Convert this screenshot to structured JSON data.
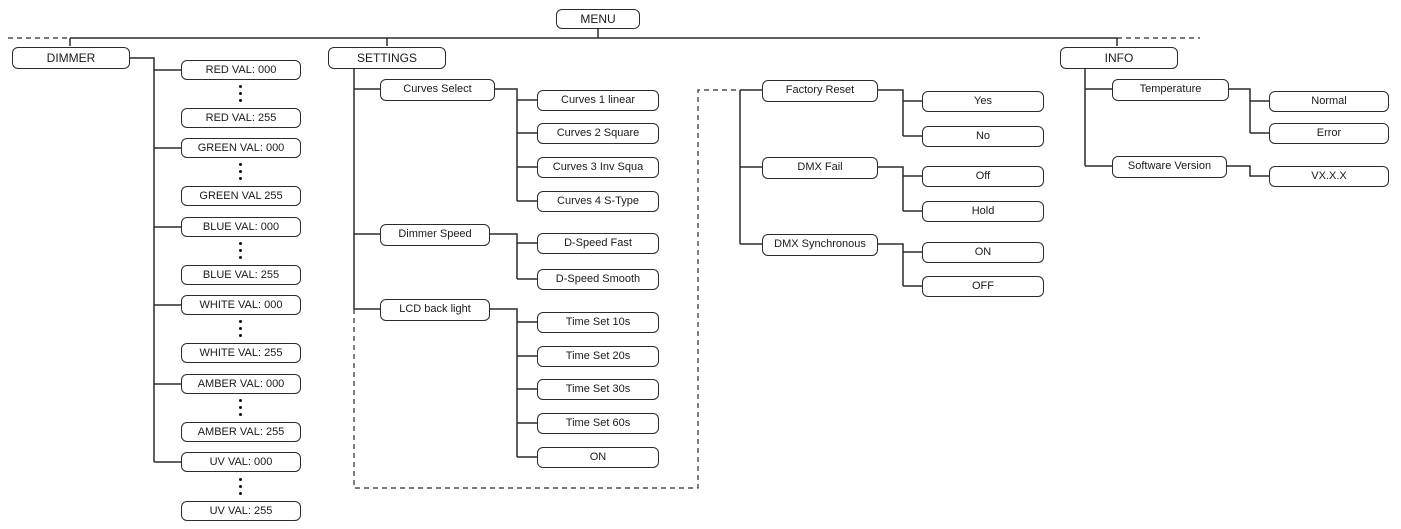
{
  "menu": {
    "label": "MENU"
  },
  "dimmer": {
    "label": "DIMMER",
    "items": [
      "RED VAL: 000",
      "RED VAL: 255",
      "GREEN VAL: 000",
      "GREEN VAL 255",
      "BLUE VAL: 000",
      "BLUE VAL: 255",
      "WHITE VAL: 000",
      "WHITE VAL: 255",
      "AMBER VAL: 000",
      "AMBER VAL: 255",
      "UV VAL: 000",
      "UV VAL: 255"
    ]
  },
  "settings": {
    "label": "SETTINGS",
    "curves_select": {
      "label": "Curves Select",
      "options": [
        "Curves 1 linear",
        "Curves 2 Square",
        "Curves 3 Inv Squa",
        "Curves 4 S-Type"
      ]
    },
    "dimmer_speed": {
      "label": "Dimmer Speed",
      "options": [
        "D-Speed Fast",
        "D-Speed Smooth"
      ]
    },
    "lcd_back_light": {
      "label": "LCD back light",
      "options": [
        "Time Set 10s",
        "Time Set 20s",
        "Time Set 30s",
        "Time Set 60s",
        "ON"
      ]
    },
    "factory_reset": {
      "label": "Factory Reset",
      "options": [
        "Yes",
        "No"
      ]
    },
    "dmx_fail": {
      "label": "DMX Fail",
      "options": [
        "Off",
        "Hold"
      ]
    },
    "dmx_synchronous": {
      "label": "DMX Synchronous",
      "options": [
        "ON",
        "OFF"
      ]
    }
  },
  "info": {
    "label": "INFO",
    "temperature": {
      "label": "Temperature",
      "options": [
        "Normal",
        "Error"
      ]
    },
    "software_version": {
      "label": "Software Version",
      "options": [
        "VX.X.X"
      ]
    }
  }
}
